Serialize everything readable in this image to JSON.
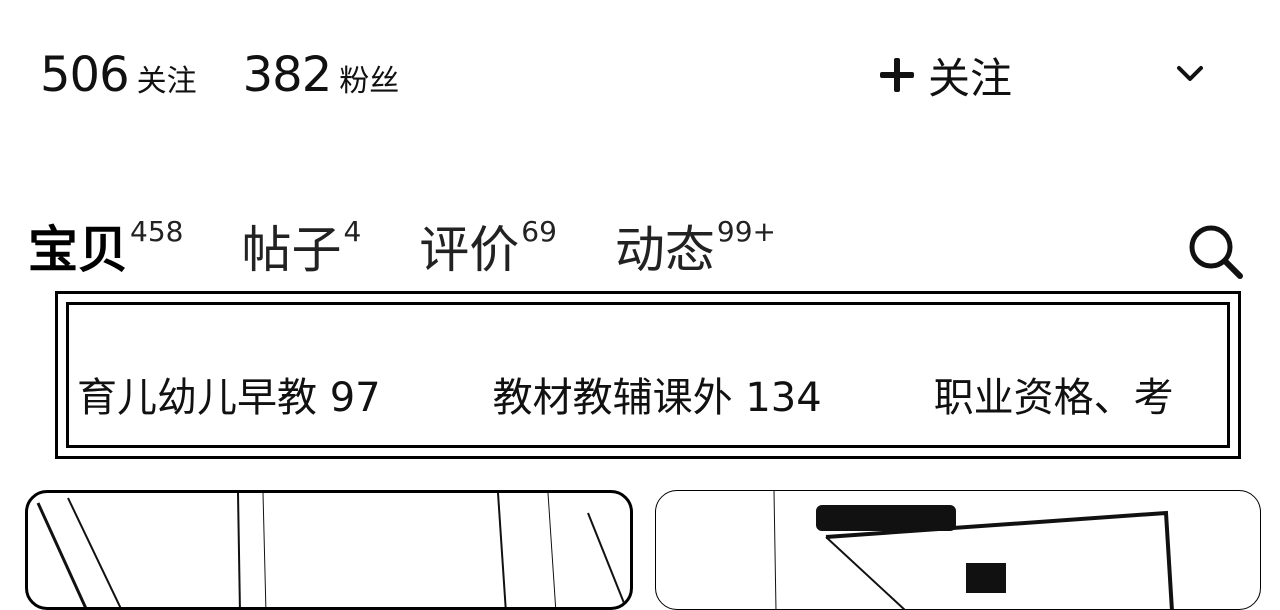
{
  "profile": {
    "following_count": "506",
    "following_label": "关注",
    "followers_count": "382",
    "followers_label": "粉丝",
    "follow_button_label": "关注"
  },
  "tabs": [
    {
      "label": "宝贝",
      "count": "458",
      "active": true
    },
    {
      "label": "帖子",
      "count": "4",
      "active": false
    },
    {
      "label": "评价",
      "count": "69",
      "active": false
    },
    {
      "label": "动态",
      "count": "99+",
      "active": false
    }
  ],
  "categories": [
    {
      "label": "育儿幼儿早教 97"
    },
    {
      "label": "教材教辅课外 134"
    },
    {
      "label": "职业资格、考"
    }
  ],
  "icons": {
    "follow": "plus-icon",
    "expand": "chevron-down-icon",
    "search": "search-icon"
  }
}
